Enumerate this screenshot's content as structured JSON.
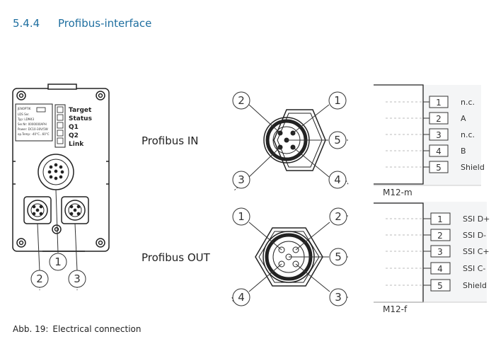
{
  "section": {
    "number": "5.4.4",
    "title": "Profibus-interface"
  },
  "labels": {
    "profibus_in": "Profibus IN",
    "profibus_out": "Profibus OUT"
  },
  "caption": {
    "figure": "Abb. 19:",
    "text": "Electrical connection"
  },
  "device": {
    "leds": [
      "Target",
      "Status",
      "Q1",
      "Q2",
      "Link"
    ],
    "plate_lines": [
      "JENOPTIK",
      "LDS  Ser.",
      "Typ: LDM43",
      "Ser.Nr: 0000000APH",
      "Power: DC10-30V/5W",
      "op.Temp: -40°C...60°C"
    ],
    "callouts": [
      "1",
      "2",
      "3"
    ]
  },
  "connector_in": {
    "callouts": [
      "1",
      "2",
      "3",
      "4",
      "5"
    ]
  },
  "connector_out": {
    "callouts": [
      "1",
      "2",
      "3",
      "4",
      "5"
    ]
  },
  "table_in": {
    "connector": "M12-m",
    "pins": [
      {
        "pin": "1",
        "signal": "n.c."
      },
      {
        "pin": "2",
        "signal": "A"
      },
      {
        "pin": "3",
        "signal": "n.c."
      },
      {
        "pin": "4",
        "signal": "B"
      },
      {
        "pin": "5",
        "signal": "Shield"
      }
    ]
  },
  "table_out": {
    "connector": "M12-f",
    "pins": [
      {
        "pin": "1",
        "signal": "SSI D+"
      },
      {
        "pin": "2",
        "signal": "SSI D-"
      },
      {
        "pin": "3",
        "signal": "SSI C+"
      },
      {
        "pin": "4",
        "signal": "SSI C-"
      },
      {
        "pin": "5",
        "signal": "Shield"
      }
    ]
  }
}
